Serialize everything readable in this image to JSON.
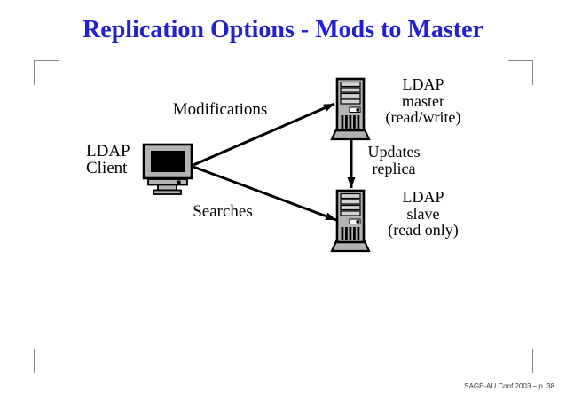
{
  "slide": {
    "title": "Replication Options - Mods to Master",
    "footer": "SAGE-AU Conf 2003 – p. 38"
  },
  "diagram": {
    "labels": {
      "modifications": "Modifications",
      "searches": "Searches",
      "updates": {
        "line1": "Updates",
        "line2": "replica"
      },
      "client": {
        "line1": "LDAP",
        "line2": "Client"
      },
      "master": {
        "line1": "LDAP",
        "line2": "master",
        "line3": "(read/write)"
      },
      "slave": {
        "line1": "LDAP",
        "line2": "slave",
        "line3": "(read only)"
      }
    },
    "icons": {
      "client": "desktop-computer-icon",
      "master": "server-tower-icon",
      "slave": "server-tower-icon"
    }
  },
  "colors": {
    "title_blue": "#2222cc",
    "icon_gray": "#b3b3b3",
    "icon_light_gray": "#d2d2d2",
    "line_black": "#000000",
    "crop_mark_gray": "#8a8a8a"
  }
}
